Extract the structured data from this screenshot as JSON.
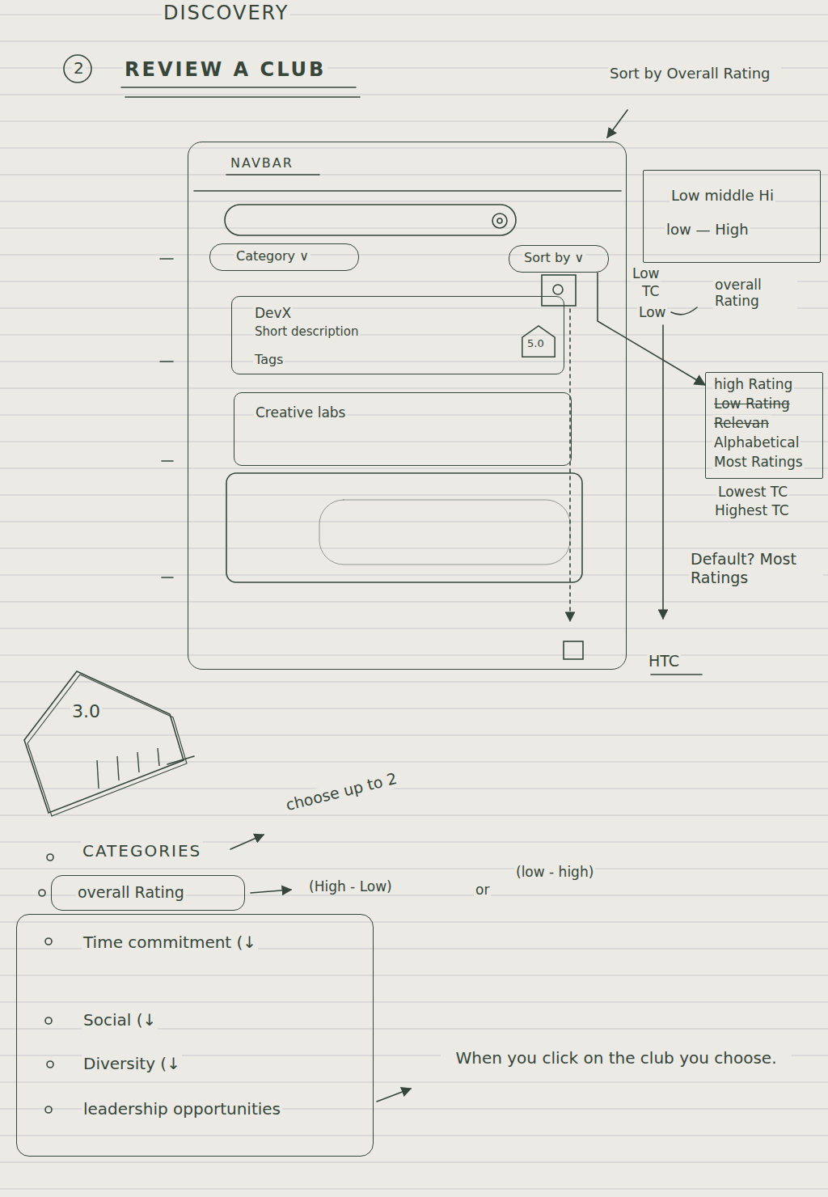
{
  "diagram": {
    "title": "REVIEW A CLUB",
    "nodes": [
      {
        "text": [
          "NAVBAR"
        ]
      },
      {
        "text": [
          "Category ∨"
        ],
        "in": 0
      },
      {
        "text": [
          "Sort by ∨"
        ],
        "in": 0
      },
      {
        "text": [
          "DevX",
          "Short description",
          "Tags"
        ],
        "in": 0
      },
      {
        "text": [
          "5.0"
        ],
        "in": 3
      },
      {
        "text": [
          "Creative labs"
        ],
        "in": 0
      },
      {
        "text": [
          "Low middle Hi",
          "low — High"
        ]
      },
      {
        "text": [
          "high Rating",
          "Low Rating",
          "Relevan",
          "Alphabetical",
          "Most Ratings"
        ]
      },
      {
        "text": [
          "3.0"
        ]
      },
      {
        "text": [
          "overall Rating"
        ]
      },
      {
        "text": [
          "Time commitment (↓",
          "Social (↓",
          "Diversity (↓",
          "leadership opportunities"
        ]
      }
    ],
    "edges": [
      {
        "from": 2,
        "to": 7,
        "arrow": "to"
      }
    ],
    "labels": [
      "DISCOVERY",
      "2",
      "Sort by Overall Rating",
      "Low",
      "TC",
      "Low",
      "overall Rating",
      "Lowest TC",
      "Highest TC",
      "Default? Most Ratings",
      "HTC",
      "CATEGORIES",
      "choose up to 2",
      "(High - Low)",
      "or",
      "(low - high)",
      "When you click on the club you choose."
    ]
  }
}
